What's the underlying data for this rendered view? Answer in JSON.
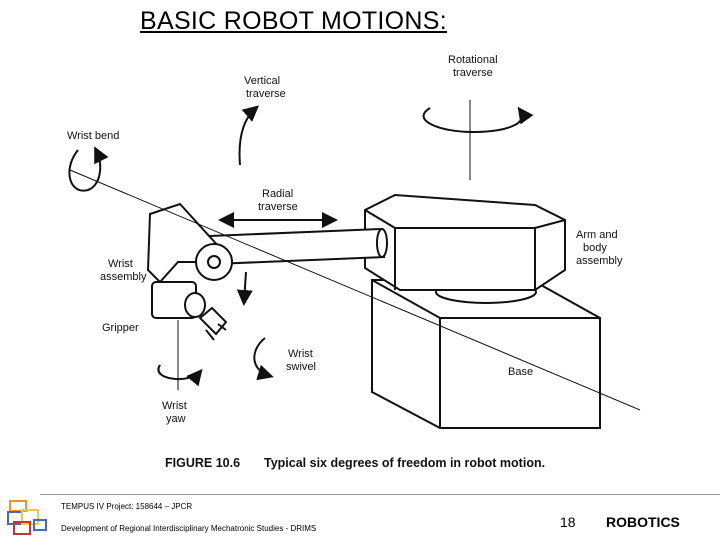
{
  "slide": {
    "title": "BASIC ROBOT MOTIONS:"
  },
  "figure": {
    "labels": {
      "rotational": [
        "Rotational",
        "traverse"
      ],
      "vertical": [
        "Vertical",
        "traverse"
      ],
      "wrist_bend": "Wrist bend",
      "radial": [
        "Radial",
        "traverse"
      ],
      "arm_body": [
        "Arm and",
        "body",
        "assembly"
      ],
      "wrist_assembly": [
        "Wrist",
        "assembly"
      ],
      "gripper": "Gripper",
      "wrist_swivel": [
        "Wrist",
        "swivel"
      ],
      "base": "Base",
      "wrist_yaw": [
        "Wrist",
        "yaw"
      ]
    },
    "caption_label": "FIGURE  10.6",
    "caption_text": "Typical six degrees of freedom in robot motion."
  },
  "footer": {
    "line1": "TEMPUS IV Project: 158644 – JPCR",
    "line2": "Development of Regional Interdisciplinary Mechatronic Studies - DRIMS",
    "page_number": "18",
    "course": "ROBOTICS"
  },
  "colors": {
    "logo_orange": "#e8923a",
    "logo_blue": "#3f6fb5",
    "logo_yellow": "#f2c94c",
    "logo_red": "#c0392b"
  }
}
